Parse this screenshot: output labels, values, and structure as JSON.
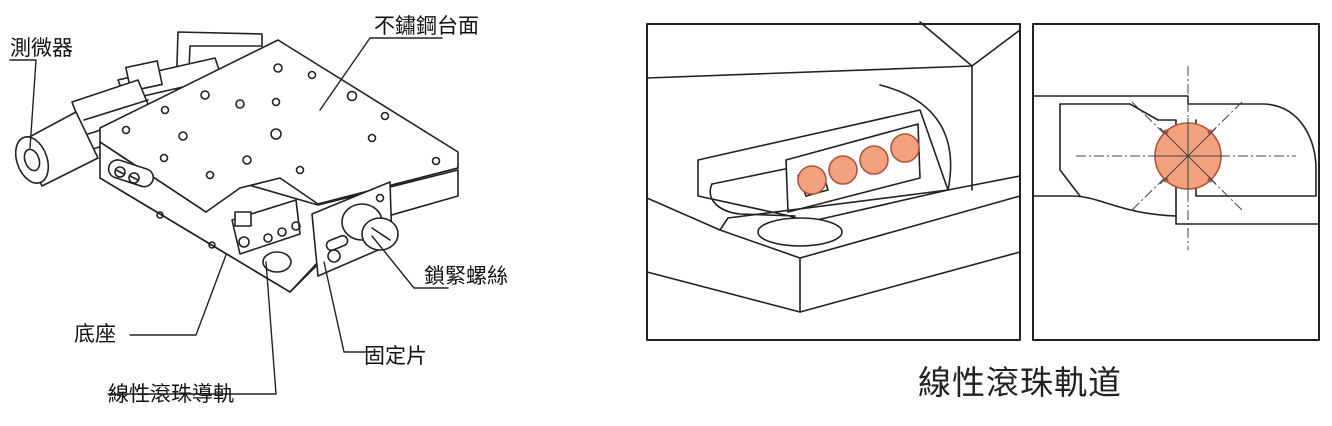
{
  "labels": {
    "micrometer": "測微器",
    "stainless_top": "不鏽鋼台面",
    "lock_screw": "鎖緊螺絲",
    "fixing_plate": "固定片",
    "base": "底座",
    "linear_ball_rail": "線性滾珠導軌"
  },
  "caption": "線性滾珠軌道",
  "colors": {
    "ball_fill": "#f2a27e",
    "ball_stroke": "#b0553a",
    "line": "#222222"
  }
}
